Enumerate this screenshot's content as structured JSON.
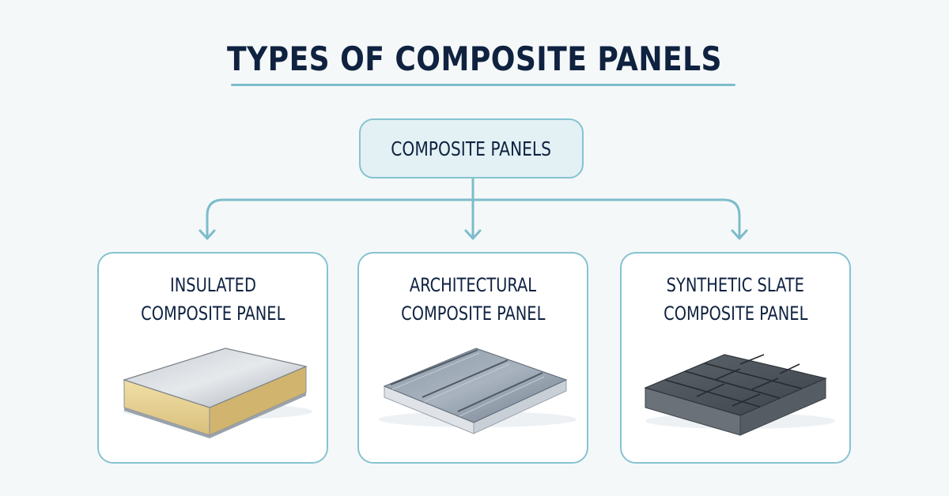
{
  "title": "TYPES OF COMPOSITE PANELS",
  "root": {
    "label": "COMPOSITE PANELS"
  },
  "colors": {
    "title_text": "#0f2240",
    "accent_line": "#86c3d1",
    "root_fill": "#e3f1f5",
    "background": "#f5f8f9"
  },
  "cards": [
    {
      "line1": "INSULATED",
      "line2": "COMPOSITE PANEL",
      "illustration": "insulated-panel-image"
    },
    {
      "line1": "ARCHITECTURAL",
      "line2": "COMPOSITE PANEL",
      "illustration": "architectural-panel-image"
    },
    {
      "line1": "SYNTHETIC SLATE",
      "line2": "COMPOSITE PANEL",
      "illustration": "slate-panel-image"
    }
  ]
}
